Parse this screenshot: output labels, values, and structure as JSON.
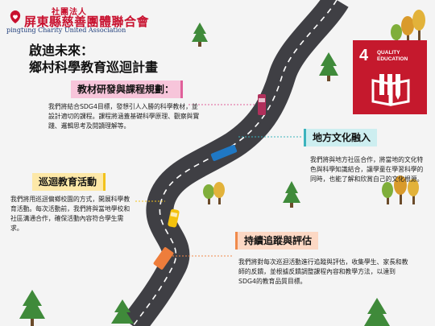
{
  "logo": {
    "line1": "社團法人",
    "line2": "屏東縣慈善團體聯合會",
    "line3": "pingtung Charity United Association"
  },
  "title": {
    "line1": "啟迪未來：",
    "line2": "鄉村科學教育巡迴計畫"
  },
  "sdg": {
    "number": "4",
    "label_line1": "QUALITY",
    "label_line2": "EDUCATION",
    "color": "#c5192d"
  },
  "sections": [
    {
      "title": "教材研發與課程規劃：",
      "text": "我們將結合SDG4目標，發想引人入勝的科學教材，並設計適切的課程。課程將涵蓋基礎科學原理、觀察與實踐、邏輯思考及閱讀理解等。",
      "accent": "#e0609a"
    },
    {
      "title": "地方文化融入",
      "text": "我們將與地方社區合作，將當地的文化特色與科學知識結合，讓學童在學習科學的同時，也能了解和欣賞自己的文化根源。",
      "accent": "#3bb3bd"
    },
    {
      "title": "巡迴教育活動",
      "text": "我們將用巡迴偏鄉校園的方式，開展科學教育活動。每次活動前，我們將與當地學校和社區溝通合作，確保活動內容符合學生需求。",
      "accent": "#f2c21b"
    },
    {
      "title": "持續追蹤與評估",
      "text": "我們將對每次巡迴活動進行追蹤與評估，收集學生、家長和教師的反饋，並根據反饋調整課程內容和教學方法，以達到SDG4的教育品質目標。",
      "accent": "#f08a4b"
    }
  ]
}
